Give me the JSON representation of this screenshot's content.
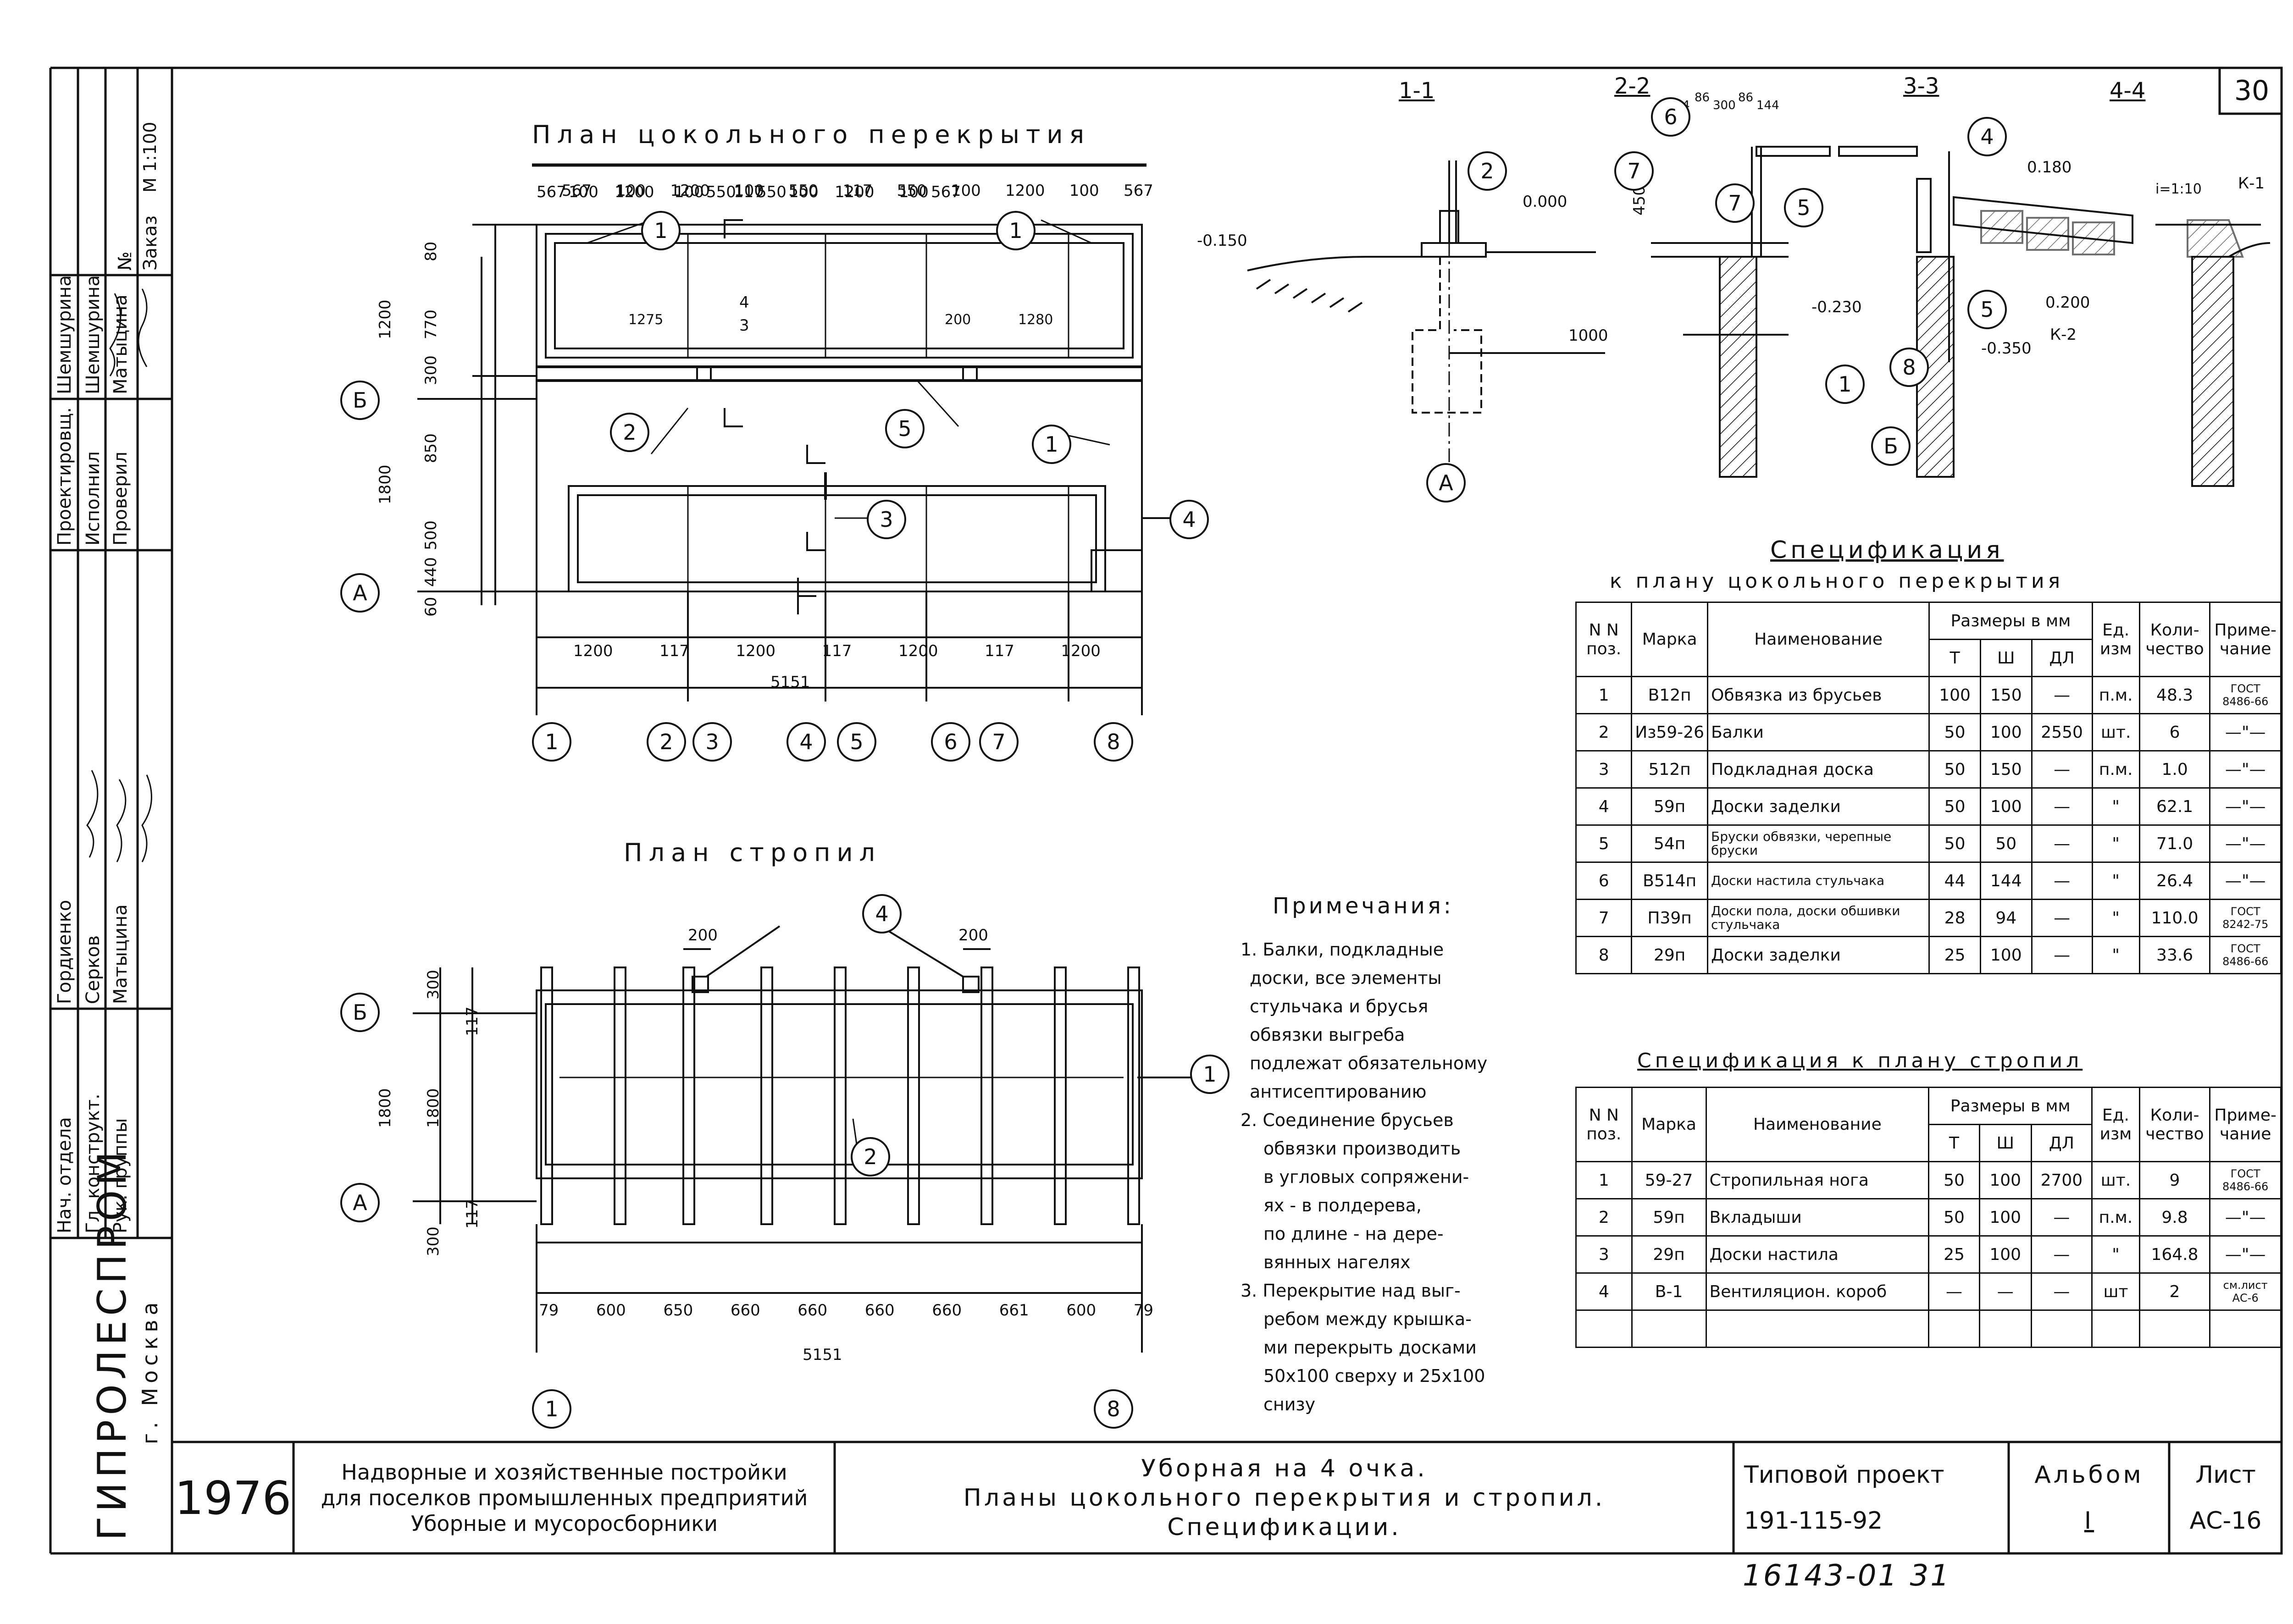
{
  "sheet_number": "30",
  "plan1": {
    "title": "План цокольного перекрытия",
    "top_dims": [
      "567",
      "100",
      "1200",
      "100",
      "550",
      "117",
      "550",
      "100",
      "1200",
      "100",
      "567"
    ],
    "bottom_dims": [
      "1200",
      "117",
      "1200",
      "117",
      "1200",
      "117",
      "1200"
    ],
    "overall": "5151",
    "left_dims": [
      "1200",
      "1800",
      "80",
      "770",
      "300",
      "850",
      "500",
      "440",
      "60"
    ],
    "inner": [
      "1275",
      "200",
      "1280",
      "4",
      "3"
    ]
  },
  "plan2": {
    "title": "План стропил",
    "bottom_dims": [
      "79",
      "600",
      "650",
      "660",
      "660",
      "660",
      "660",
      "661",
      "600",
      "79"
    ],
    "overall": "5151",
    "left_dims": [
      "1800",
      "1800",
      "300",
      "117",
      "117",
      "300"
    ],
    "top_dims": [
      "200",
      "200"
    ]
  },
  "axes": [
    "1",
    "2",
    "3",
    "4",
    "5",
    "6",
    "7",
    "8",
    "А",
    "Б"
  ],
  "sections": {
    "labels": [
      "1-1",
      "2-2",
      "3-3",
      "4-4"
    ],
    "levels": [
      "0.000",
      "-0.150",
      "-0.230",
      "-0.350",
      "0.180",
      "0.200"
    ],
    "dims": [
      "1000",
      "450",
      "144",
      "86",
      "300",
      "86",
      "144"
    ],
    "slope": "i=1:10",
    "k_marks": [
      "К-1",
      "К-2"
    ]
  },
  "spec1": {
    "title": "Спецификация",
    "subtitle": "к плану цокольного перекрытия",
    "headers": {
      "no": "N N поз.",
      "mark": "Марка",
      "name": "Наименование",
      "sizes": "Размеры в мм",
      "t": "Т",
      "w": "Ш",
      "l": "ДЛ",
      "unit": "Ед. изм",
      "qty": "Коли- чество",
      "note": "Приме- чание"
    },
    "rows": [
      [
        "1",
        "В12п",
        "Обвязка из брусьев",
        "100",
        "150",
        "—",
        "п.м.",
        "48.3",
        "ГОСТ 8486-66"
      ],
      [
        "2",
        "Из59-26",
        "Балки",
        "50",
        "100",
        "2550",
        "шт.",
        "6",
        "—\"—"
      ],
      [
        "3",
        "512п",
        "Подкладная доска",
        "50",
        "150",
        "—",
        "п.м.",
        "1.0",
        "—\"—"
      ],
      [
        "4",
        "59п",
        "Доски заделки",
        "50",
        "100",
        "—",
        "\"",
        "62.1",
        "—\"—"
      ],
      [
        "5",
        "54п",
        "Бруски обвязки, черепные бруски",
        "50",
        "50",
        "—",
        "\"",
        "71.0",
        "—\"—"
      ],
      [
        "6",
        "В514п",
        "Доски настила стульчака",
        "44",
        "144",
        "—",
        "\"",
        "26.4",
        "—\"—"
      ],
      [
        "7",
        "П39п",
        "Доски пола, доски обшивки стульчака",
        "28",
        "94",
        "—",
        "\"",
        "110.0",
        "ГОСТ 8242-75"
      ],
      [
        "8",
        "29п",
        "Доски заделки",
        "25",
        "100",
        "—",
        "\"",
        "33.6",
        "ГОСТ 8486-66"
      ]
    ]
  },
  "spec2": {
    "title": "Спецификация к плану стропил",
    "rows": [
      [
        "1",
        "59-27",
        "Стропильная нога",
        "50",
        "100",
        "2700",
        "шт.",
        "9",
        "ГОСТ 8486-66"
      ],
      [
        "2",
        "59п",
        "Вкладыши",
        "50",
        "100",
        "—",
        "п.м.",
        "9.8",
        "—\"—"
      ],
      [
        "3",
        "29п",
        "Доски настила",
        "25",
        "100",
        "—",
        "\"",
        "164.8",
        "—\"—"
      ],
      [
        "4",
        "В-1",
        "Вентиляцион. короб",
        "—",
        "—",
        "—",
        "шт",
        "2",
        "см.лист АС-6"
      ]
    ]
  },
  "notes": {
    "title": "Примечания:",
    "lines": [
      "1. Балки, подкладные",
      "доски, все элементы",
      "стульчака и брусья",
      "обвязки выгреба",
      "подлежат обязательному",
      "антисептированию",
      "2. Соединение брусьев",
      "обвязки производить",
      "в угловых сопряжени-",
      "ях - в полдерева,",
      "по длине - на дере-",
      "вянных нагелях",
      "3. Перекрытие над выг-",
      "ребом между крышка-",
      "ми перекрыть досками",
      "50х100 сверху и 25х100",
      "снизу"
    ]
  },
  "titleblock": {
    "year": "1976",
    "project_title": [
      "Надворные и хозяйственные постройки",
      "для поселков промышленных предприятий",
      "Уборные и мусоросборники"
    ],
    "sheet_title": [
      "Уборная на 4 очка.",
      "Планы цокольного перекрытия и стропил.",
      "Спецификации."
    ],
    "typical_label": "Типовой проект",
    "typical_number": "191-115-92",
    "album_label": "Альбом",
    "album_value": "I",
    "sheet_label": "Лист",
    "sheet_value": "АС-16",
    "doc_number": "16143-01 31"
  },
  "side_stamp": {
    "org": "ГИПРОЛЕСПРОМ",
    "city": "г. Москва",
    "roles": [
      "Нач. отдела",
      "Гл. конструкт.",
      "Рук. группы",
      "Проектировщ.",
      "Исполнил",
      "Проверил"
    ],
    "names": [
      "Гордиенко",
      "Серков",
      "Матыцина",
      "Шемшурина",
      "Шемшурина",
      "Матыцина"
    ],
    "order": [
      "Заказ",
      "№",
      "М 1:100"
    ]
  }
}
